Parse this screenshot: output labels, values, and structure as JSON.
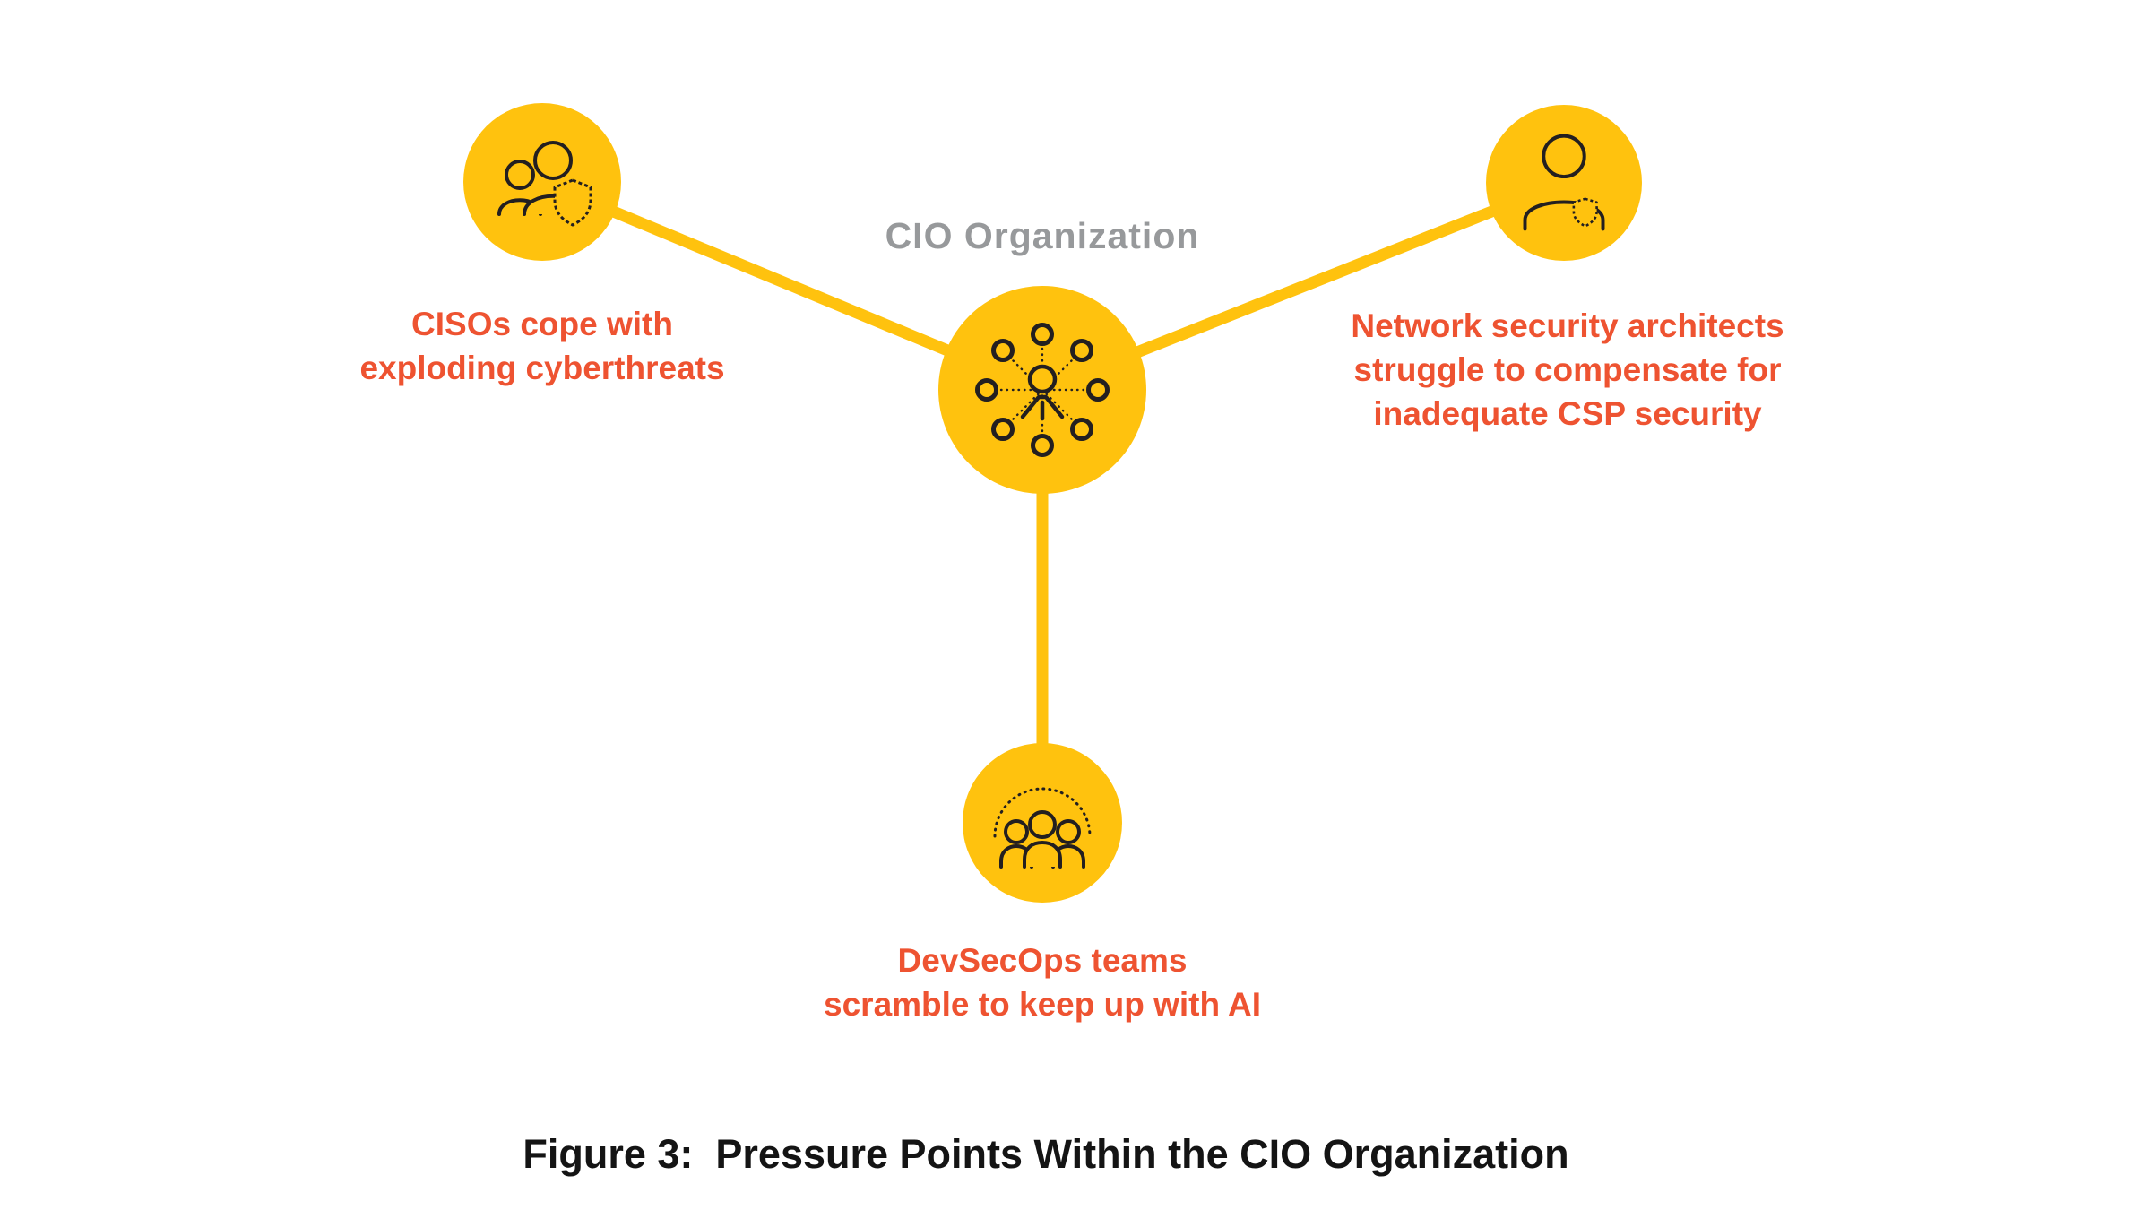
{
  "figure": {
    "center_label": "CIO Organization",
    "caption": "Figure 3:  Pressure Points Within the CIO Organization",
    "nodes": {
      "cisos": {
        "icon": "people-with-shield-icon",
        "label_lines": [
          "CISOs cope with",
          "exploding cyberthreats"
        ]
      },
      "network_architects": {
        "icon": "person-with-badge-icon",
        "label_lines": [
          "Network security architects",
          "struggle to compensate for",
          "inadequate CSP security"
        ]
      },
      "devsecops": {
        "icon": "team-under-dome-icon",
        "label_lines": [
          "DevSecOps teams",
          "scramble to keep up with AI"
        ]
      },
      "cio": {
        "icon": "hub-network-person-icon",
        "label_lines": []
      }
    },
    "colors": {
      "node_yellow": "#FFC20E",
      "connector_yellow": "#FFC20E",
      "label_orange": "#EE5331",
      "center_label_gray": "#97999B",
      "caption_black": "#141414",
      "icon_black": "#231F20",
      "background": "#FFFFFF"
    }
  }
}
